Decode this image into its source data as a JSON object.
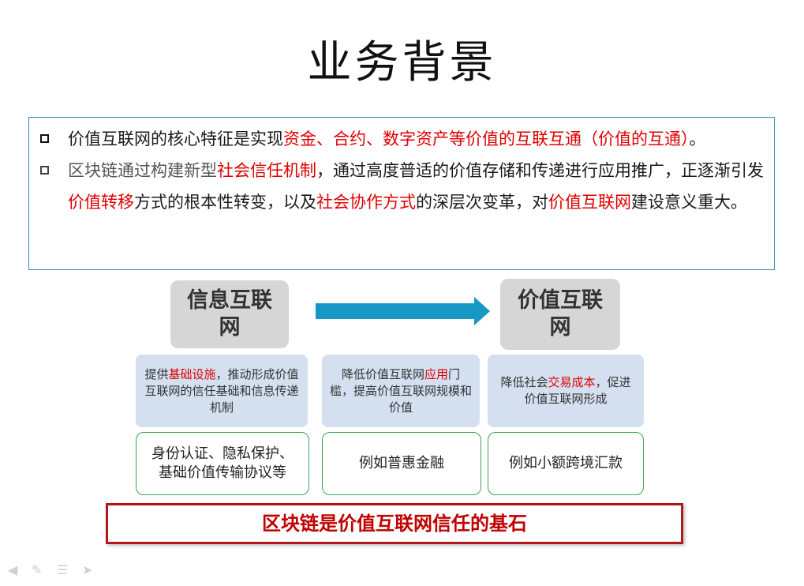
{
  "title": "业务背景",
  "bullets": [
    {
      "segments": [
        {
          "text": "价值互联网的核心特征是实现",
          "style": "normal"
        },
        {
          "text": "资金、合约、数字资产等价值的互联互通（价值的互通）",
          "style": "red"
        },
        {
          "text": "。",
          "style": "normal"
        }
      ]
    },
    {
      "segments": [
        {
          "text": "区块链通过构建新型",
          "style": "gray"
        },
        {
          "text": "社会信任机制",
          "style": "red"
        },
        {
          "text": "，通过高度普适的价值存储和传递进行应用推广，正逐渐引发",
          "style": "normal"
        },
        {
          "text": "价值转移",
          "style": "red"
        },
        {
          "text": "方式的根本性转变，以及",
          "style": "normal"
        },
        {
          "text": "社会协作方式",
          "style": "red"
        },
        {
          "text": "的深层次变革，对",
          "style": "normal"
        },
        {
          "text": "价值互联网",
          "style": "red"
        },
        {
          "text": "建设意义重大。",
          "style": "normal"
        }
      ]
    }
  ],
  "diagram": {
    "left_head": {
      "line1": "信息互联",
      "line2": "网"
    },
    "right_head": {
      "line1": "价值互联",
      "line2": "网"
    },
    "desc": [
      {
        "segments": [
          {
            "text": "提供",
            "style": "normal"
          },
          {
            "text": "基础设施",
            "style": "red"
          },
          {
            "text": "，推动形成价值互联网的信任基础和信息传递机制",
            "style": "normal"
          }
        ]
      },
      {
        "segments": [
          {
            "text": "降低价值互联网",
            "style": "normal"
          },
          {
            "text": "应用",
            "style": "red"
          },
          {
            "text": "门槛，提高价值互联网规模和价值",
            "style": "normal"
          }
        ]
      },
      {
        "segments": [
          {
            "text": "降低社会",
            "style": "normal"
          },
          {
            "text": "交易成本",
            "style": "red"
          },
          {
            "text": "，促进价值互联网形成",
            "style": "normal"
          }
        ]
      }
    ],
    "examples": [
      {
        "line1": "身份认证、隐私保护、",
        "line2": "基础价值传输协议等"
      },
      {
        "line1": "例如普惠金融",
        "line2": ""
      },
      {
        "line1": "例如小额跨境汇款",
        "line2": ""
      }
    ],
    "conclusion": "区块链是价值互联网信任的基石"
  },
  "colors": {
    "accent_red": "#e00000",
    "arrow_blue": "#1599c4",
    "frame_teal": "#2e8fa6",
    "box_green": "#3aa35a",
    "conclusion_red": "#c00000"
  }
}
